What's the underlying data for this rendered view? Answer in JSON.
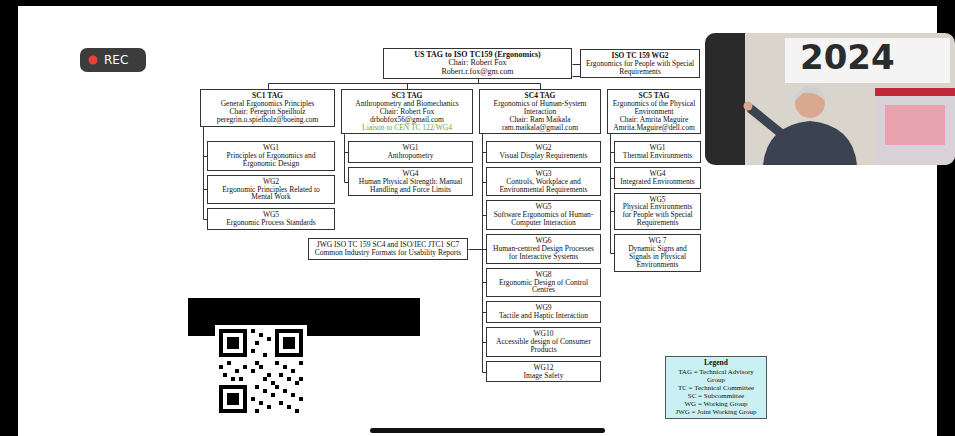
{
  "diagram": {
    "nodes": [
      {
        "text": [
          "US TAG to ISO TC159 (Ergonomics)",
          "Chair: Robert Fox",
          "Robert.r.fox@gm.com"
        ]
      },
      {
        "text": [
          "ISO TC 159 WG2",
          "Ergonomics for People with Special Requirements"
        ]
      },
      {
        "text": [
          "SC1 TAG",
          "General Ergonomics Principles",
          "Chair: Peregrin Speilholz",
          "peregrin.o.spielholz@boeing.com"
        ]
      },
      {
        "text": [
          "SC3 TAG",
          "Anthropometry and Biomechanics",
          "Chair: Robert Fox",
          "drbobfox56@gmail.com",
          "Liaison to CEN TC 122/WG4"
        ]
      },
      {
        "text": [
          "SC4 TAG",
          "Ergonomics of Human-System Interaction",
          "Chair: Ram Maikala",
          "ram.maikala@gmail.com"
        ]
      },
      {
        "text": [
          "SC5 TAG",
          "Ergonomics of the Physical Environment",
          "Chair: Amrita Maguire",
          "Amrita.Maguire@dell.com"
        ]
      },
      {
        "text": [
          "WG1",
          "Principles of Ergonomics and Ergonomic Design"
        ]
      },
      {
        "text": [
          "WG2",
          "Ergonomic Principles Related to Mental Work"
        ]
      },
      {
        "text": [
          "WG5",
          "Ergonomic Process Standards"
        ]
      },
      {
        "text": [
          "WG1",
          "Anthropometry"
        ]
      },
      {
        "text": [
          "WG4",
          "Human Physical Strength: Manual Handling and Force Limits"
        ]
      },
      {
        "text": [
          "WG2",
          "Visual Display Requirements"
        ]
      },
      {
        "text": [
          "WG3",
          "Controls, Workplace and Environmental Requirements"
        ]
      },
      {
        "text": [
          "WG5",
          "Software Ergonomics of Human-Computer Interaction"
        ]
      },
      {
        "text": [
          "WG6",
          "Human-centred Design Processes for Interactive Systems"
        ]
      },
      {
        "text": [
          "WG8",
          "Ergonomic Design of Control Centres"
        ]
      },
      {
        "text": [
          "WG9",
          "Tactile and Haptic Interaction"
        ]
      },
      {
        "text": [
          "WG10",
          "Accessible design of Consumer Products"
        ]
      },
      {
        "text": [
          "WG12",
          "Image Safety"
        ]
      },
      {
        "text": [
          "WG1",
          "Thermal Environments"
        ]
      },
      {
        "text": [
          "WG4",
          "Integrated Environments"
        ]
      },
      {
        "text": [
          "WG5",
          "Physical Environments for People with Special Requirements"
        ]
      },
      {
        "text": [
          "WG 7",
          "Dynamic Signs and Signals in Physical Environments"
        ]
      },
      {
        "text": [
          "JWG ISO TC 159 SC4 and ISO/IEC JTC1 SC7",
          "Common Industry Formats for Usability Reports"
        ]
      }
    ],
    "edges": [
      {
        "from": 0,
        "to": 1,
        "arrow": "none"
      },
      {
        "from": 0,
        "to": 2,
        "arrow": "none"
      },
      {
        "from": 0,
        "to": 3,
        "arrow": "none"
      },
      {
        "from": 0,
        "to": 4,
        "arrow": "none"
      },
      {
        "from": 0,
        "to": 5,
        "arrow": "none"
      },
      {
        "from": 2,
        "to": 6,
        "arrow": "none"
      },
      {
        "from": 2,
        "to": 7,
        "arrow": "none"
      },
      {
        "from": 2,
        "to": 8,
        "arrow": "none"
      },
      {
        "from": 3,
        "to": 9,
        "arrow": "none"
      },
      {
        "from": 3,
        "to": 10,
        "arrow": "none"
      },
      {
        "from": 4,
        "to": 11,
        "arrow": "none"
      },
      {
        "from": 4,
        "to": 12,
        "arrow": "none"
      },
      {
        "from": 4,
        "to": 13,
        "arrow": "none"
      },
      {
        "from": 4,
        "to": 14,
        "arrow": "none"
      },
      {
        "from": 4,
        "to": 15,
        "arrow": "none"
      },
      {
        "from": 4,
        "to": 16,
        "arrow": "none"
      },
      {
        "from": 4,
        "to": 17,
        "arrow": "none"
      },
      {
        "from": 4,
        "to": 18,
        "arrow": "none"
      },
      {
        "from": 4,
        "to": 23,
        "arrow": "none"
      },
      {
        "from": 5,
        "to": 19,
        "arrow": "none"
      },
      {
        "from": 5,
        "to": 20,
        "arrow": "none"
      },
      {
        "from": 5,
        "to": 21,
        "arrow": "none"
      },
      {
        "from": 5,
        "to": 22,
        "arrow": "none"
      }
    ],
    "labels": [
      "REC",
      "2024",
      "Legend"
    ],
    "legend": [
      {
        "text": "TAG = Technical Advisory Group"
      },
      {
        "text": "TC = Technical Committee"
      },
      {
        "text": "SC = Subcommittee"
      },
      {
        "text": "WG = Working Group"
      },
      {
        "text": "JWG = Joint Working Group"
      }
    ]
  }
}
